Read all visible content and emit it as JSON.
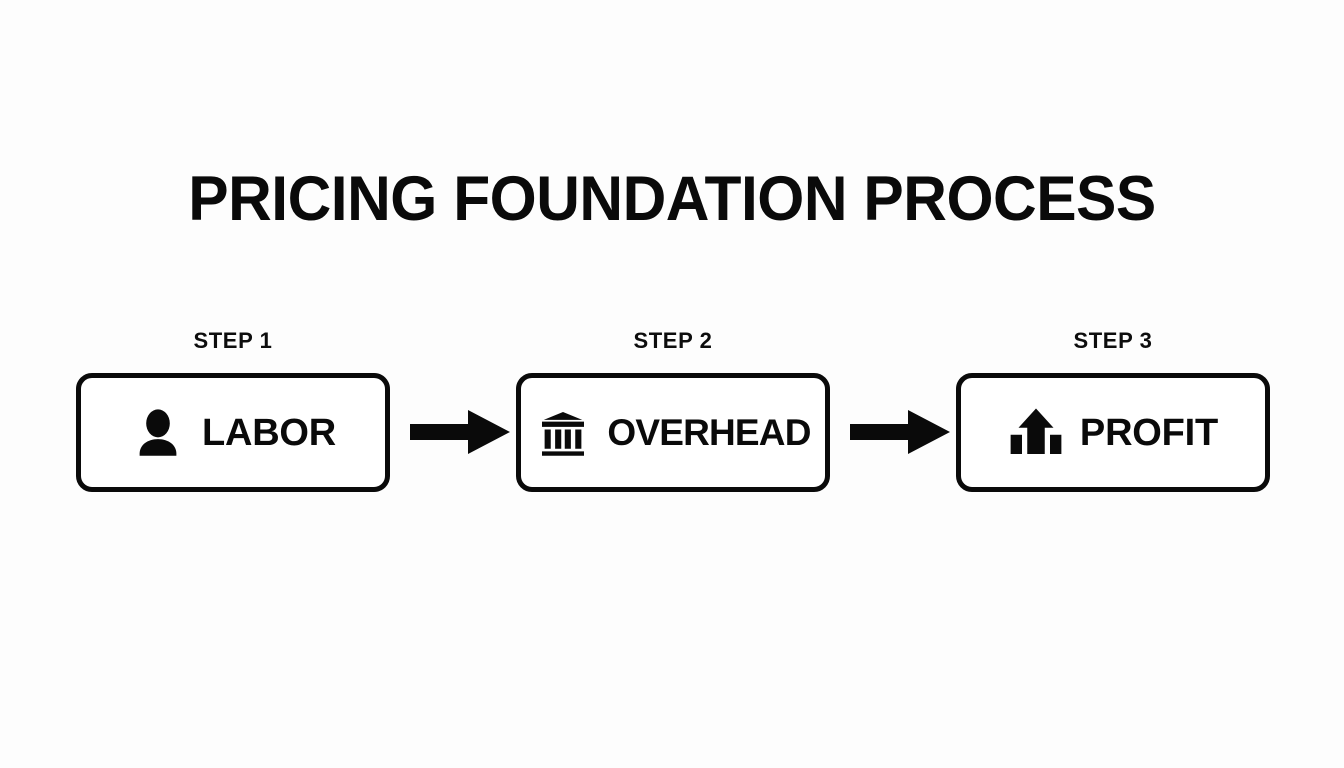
{
  "page": {
    "title": "PRICING FOUNDATION PROCESS",
    "background_color": "#fdfdfd",
    "ink_color": "#0a0a0a"
  },
  "flow": {
    "steps": [
      {
        "label": "STEP 1",
        "name": "LABOR",
        "icon": "person-icon"
      },
      {
        "label": "STEP 2",
        "name": "OVERHEAD",
        "icon": "bank-icon"
      },
      {
        "label": "STEP 3",
        "name": "PROFIT",
        "icon": "growth-chart-icon"
      }
    ],
    "connectors": [
      {
        "icon": "arrow-right-icon",
        "from": "STEP 1",
        "to": "STEP 2"
      },
      {
        "icon": "arrow-right-icon",
        "from": "STEP 2",
        "to": "STEP 3"
      }
    ]
  }
}
